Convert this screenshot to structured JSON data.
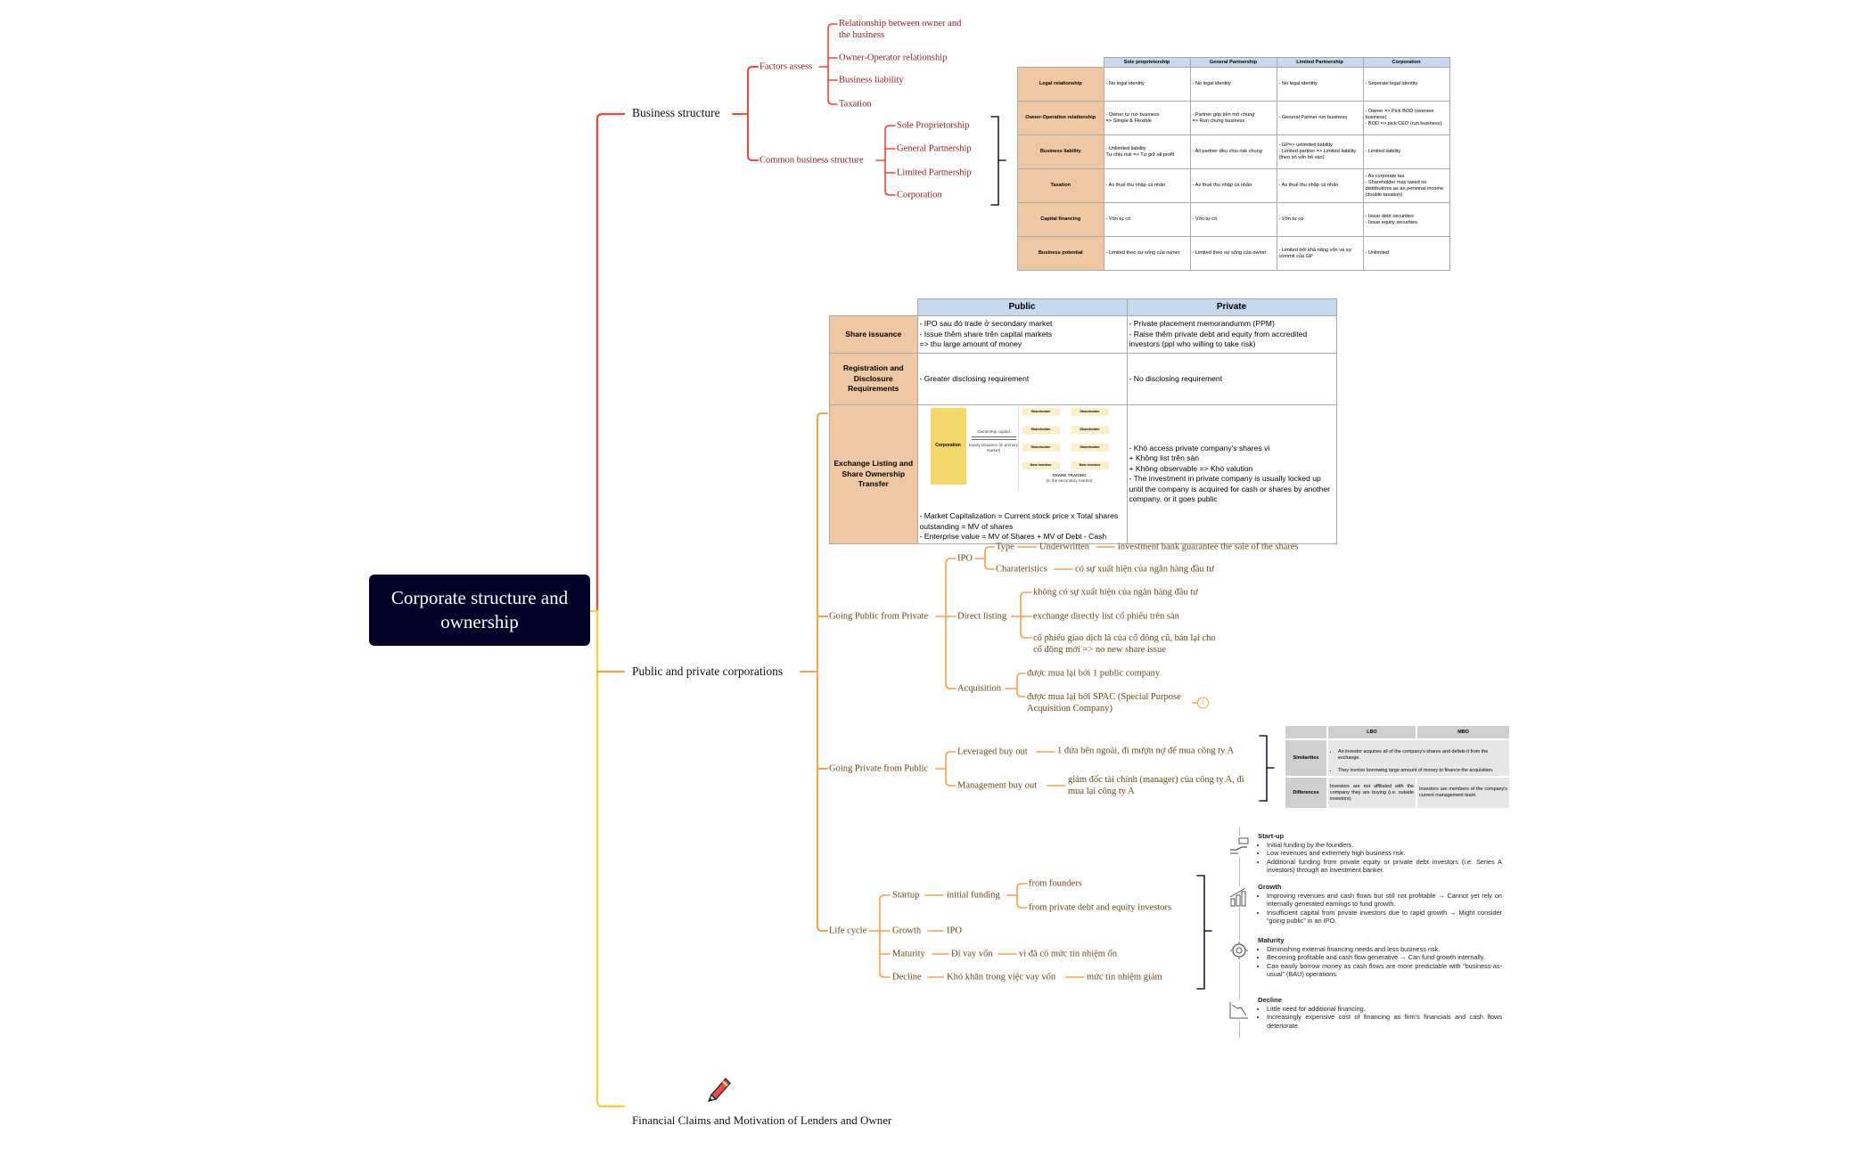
{
  "root": {
    "title": "Corporate structure and ownership"
  },
  "business_structure": {
    "label": "Business structure",
    "factors_assess": {
      "label": "Factors assess",
      "items": [
        "Relationship between owner and the business",
        "Owner-Operator relationship",
        "Business liability",
        "Taxation"
      ]
    },
    "common_structure": {
      "label": "Common business structure",
      "items": [
        "Sole Proprietorship",
        "General Partnership",
        "Limited Partnership",
        "Corporation"
      ]
    },
    "table": {
      "columns": [
        "Sole proprietorship",
        "General Partnership",
        "Limited Partnership",
        "Corporation"
      ],
      "rows": [
        {
          "label": "Legal relationship",
          "cells": [
            "- No legal identity",
            "- No legal identity",
            "- No legal identity",
            "- Seperate legal identity"
          ]
        },
        {
          "label": "Owner-Operation relationship",
          "cells": [
            "- Owner tự run business\n=> Simple & Flexible",
            "- Partner góp tiền mở chung\n=> Run chung business",
            "- General Partner run business",
            "- Owner => Pick BOD (oversee business)\n- BOD => pick CEO (run business)"
          ]
        },
        {
          "label": "Business liability",
          "cells": [
            "- Unlimited liability\nTự chịu risk => Tự giữ all profit",
            "- All partner đều chịu risk chung",
            "- GP=> unlimited liability\n- Limited partner => Limited liability (theo số vốn bỏ vào)",
            "- Limited liability"
          ]
        },
        {
          "label": "Taxation",
          "cells": [
            "- As thuế thu nhập cá nhân",
            "- As thuế thu nhập cá nhân",
            "- As thuế thu nhập cá nhân",
            "- As corporate tax\n- Shareholder may taxed on distributions as an personal income (double taxation)"
          ]
        },
        {
          "label": "Capital financing",
          "cells": [
            "- Vốn tự có",
            "- Vốn tự có",
            "- Vốn tự có",
            "- Issue debt securities\n- Issue equity securities"
          ]
        },
        {
          "label": "Business potential",
          "cells": [
            "- Limited theo sự sống của owner",
            "- Limited theo sự sống của owner",
            "- Limited bởi khả năng vốn và sự commit của GP",
            "- Unlimited"
          ]
        }
      ]
    }
  },
  "public_private": {
    "label": "Public and private corporations",
    "comparison_table": {
      "columns": [
        "Public",
        "Private"
      ],
      "rows": [
        {
          "label": "Share issuance",
          "cells": [
            "- IPO sau đó trade ở secondary market\n- Issue thêm share trên capital markets\n=> thu large amount of money",
            "- Private placement memorandumm (PPM)\n- Raise thêm private debt and equity from accredited investors (ppl who willing to take risk)"
          ]
        },
        {
          "label": "Registration and Disclosure Requirements",
          "cells": [
            "- Greater disclosing requirement",
            "- No disclosing requirement"
          ]
        },
        {
          "label": "Exchange Listing and Share Ownership Transfer",
          "cells": [
            "- Market Capitalization = Current stock price x Total shares outstanding = MV of shares\n- Enterprise value = MV of Shares + MV of Debt - Cash",
            "- Khó access private company's shares vì\n + Không list trên sàn\n + Không observable => Khó valution\n- The investment in private company is usually locked up until the company is acquired for cash or shares by another company, or it goes public"
          ]
        }
      ],
      "diagram": {
        "corporation": "Corporation",
        "ownership_capital": "Ownership capital",
        "equity_issuance": "Equity issuance (in primary market)",
        "shareholder": "Shareholder",
        "new_investor": "New investor",
        "share_trading": "SHARE TRADING",
        "share_trading_sub": "(in the secondary market)"
      }
    },
    "going_public": {
      "label": "Going Public from Private",
      "ipo": {
        "label": "IPO",
        "type_label": "Type",
        "type_value": "Underwritten",
        "type_detail": "investment bank guarantee the sale of the shares",
        "char_label": "Charateristics",
        "char_value": "có sự xuất hiện của ngân hàng đầu tư"
      },
      "direct_listing": {
        "label": "Direct listing",
        "items": [
          "không có sự xuất hiện của ngân hàng đầu tư",
          "exchange directly list cổ phiếu trên sàn",
          "cổ phiếu giao dịch là của cổ đông cũ, bán lại cho cổ đông mới => no new share issue"
        ]
      },
      "acquisition": {
        "label": "Acquisition",
        "items": [
          "được mua lại bởi 1 public company",
          "được mua lại bởi SPAC (Special Purpose Acquisition Company)"
        ],
        "note_badge": "1"
      }
    },
    "going_private": {
      "label": "Going Private from Public",
      "lbo": {
        "label": "Leveraged buy out",
        "detail": "1 đứa bên ngoài, đi mượn nợ để mua công ty A"
      },
      "mbo": {
        "label": "Management buy out",
        "detail": "giám đốc tài chính (manager) của công ty A, đi mua lại công ty A"
      },
      "table": {
        "columns": [
          "LBO",
          "MBO"
        ],
        "similarities_label": "Similarities",
        "similarities": [
          "An investor acquires all of the company's shares and delists it from the exchange.",
          "They involve borrowing large amount of money to finance the acquisition."
        ],
        "differences_label": "Differences",
        "differences": [
          "Investors are not affiliated with the company they are buying (i.e. outside investors).",
          "Investors are members of the company's current management team."
        ]
      }
    },
    "life_cycle": {
      "label": "Life cycle",
      "startup": {
        "label": "Startup",
        "value": "initial funding",
        "items": [
          "from founders",
          "from private debt and equity investors"
        ]
      },
      "growth": {
        "label": "Growth",
        "value": "IPO"
      },
      "maturity": {
        "label": "Maturity",
        "value": "Đi vay vốn",
        "detail": "vì đã có mức tín nhiệm ổn"
      },
      "decline": {
        "label": "Decline",
        "value": "Khó khăn trong việc vay vốn",
        "detail": "mức tín nhiệm giảm"
      },
      "detail_stages": [
        {
          "title": "Start-up",
          "icon": "startup-hand-money-icon",
          "bullets": [
            "Initial funding by the founders.",
            "Low revenues and extremely high business risk.",
            "Additional funding from private equity or private debt investors (i.e. Series A investors) through an investment banker."
          ]
        },
        {
          "title": "Growth",
          "icon": "growth-bar-chart-icon",
          "bullets": [
            "Improving revenues and cash flows but still not profitable → Cannot yet rely on internally generated earnings to fund growth.",
            "Insufficient capital from private investors due to rapid growth → Might consider “going public” in an IPO."
          ]
        },
        {
          "title": "Maturity",
          "icon": "maturity-gear-icon",
          "bullets": [
            "Diminishing external financing needs and less business risk.",
            "Becoming profitable and cash flow generative → Can fund growth internally.",
            "Can easily borrow money as cash flows are more predictable with “business-as-usual” (BAU) operations."
          ]
        },
        {
          "title": "Decline",
          "icon": "decline-chart-icon",
          "bullets": [
            "Little need for additional financing.",
            "Increasingly expensive cost of financing as firm's financials and cash flows deteriorate."
          ]
        }
      ]
    }
  },
  "financial_claims": {
    "label": "Financial Claims and Motivation of Lenders and Owner",
    "icon": "pencil-icon"
  },
  "colors": {
    "root_bg": "#03032a",
    "business_branch": "#f4433d",
    "public_branch": "#f5a04a",
    "main_trunk_lower": "#f5cf2e",
    "bracket_summary": "#1e1e3c",
    "table_header": "#c6d9ef",
    "table_label": "#efc8a3"
  }
}
